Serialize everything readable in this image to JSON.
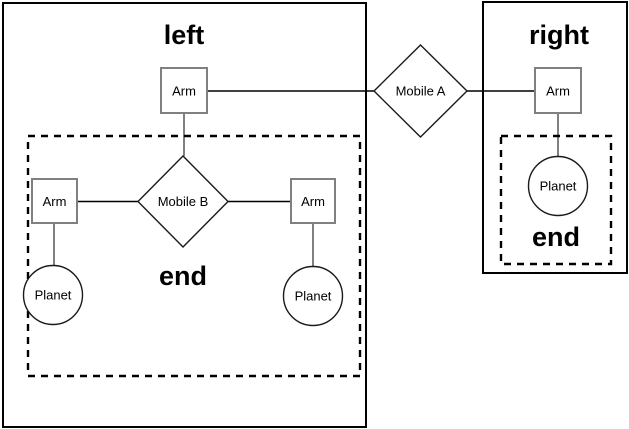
{
  "diagram": {
    "background_color": "#ffffff",
    "colors": {
      "frame_border": "#000000",
      "dashed_border": "#000000",
      "arm_border": "#808080",
      "node_border": "#1a1a1a",
      "edge": "#000000",
      "connector": "#808080",
      "text": "#000000"
    },
    "groups": {
      "left": {
        "title": "left",
        "end_label": "end"
      },
      "right": {
        "title": "right",
        "end_label": "end"
      }
    },
    "nodes": {
      "left_top_arm": {
        "label": "Arm"
      },
      "mobile_a": {
        "label": "Mobile A"
      },
      "mobile_b": {
        "label": "Mobile B"
      },
      "left_inner_arm_left": {
        "label": "Arm"
      },
      "left_inner_arm_right": {
        "label": "Arm"
      },
      "left_planet_left": {
        "label": "Planet"
      },
      "left_planet_right": {
        "label": "Planet"
      },
      "right_arm": {
        "label": "Arm"
      },
      "right_planet": {
        "label": "Planet"
      }
    }
  }
}
